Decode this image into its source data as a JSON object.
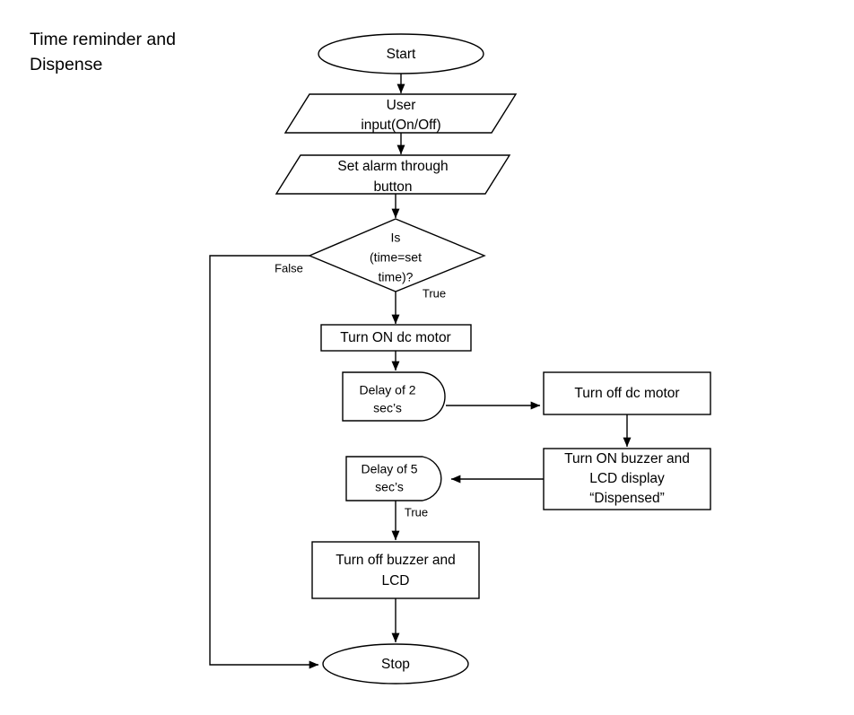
{
  "title": "Time reminder and\nDispense",
  "diagram": {
    "type": "flowchart",
    "nodes": [
      {
        "id": "start",
        "shape": "terminator",
        "lines": [
          "Start"
        ]
      },
      {
        "id": "user-input",
        "shape": "parallelogram",
        "lines": [
          "User",
          "input(On/Off)"
        ]
      },
      {
        "id": "set-alarm",
        "shape": "parallelogram",
        "lines": [
          "Set alarm through",
          "button"
        ]
      },
      {
        "id": "time-check",
        "shape": "decision",
        "lines": [
          "Is",
          "(time=set",
          "time)?"
        ]
      },
      {
        "id": "motor-on",
        "shape": "process",
        "lines": [
          "Turn ON dc motor"
        ]
      },
      {
        "id": "delay-2",
        "shape": "delay",
        "lines": [
          "Delay of 2",
          "sec’s"
        ]
      },
      {
        "id": "motor-off",
        "shape": "process",
        "lines": [
          "Turn off dc motor"
        ]
      },
      {
        "id": "buzzer-on",
        "shape": "process",
        "lines": [
          "Turn ON buzzer and",
          "LCD display",
          "“Dispensed”"
        ]
      },
      {
        "id": "delay-5",
        "shape": "delay",
        "lines": [
          "Delay of 5",
          "sec’s"
        ]
      },
      {
        "id": "buzzer-off",
        "shape": "process",
        "lines": [
          "Turn off buzzer and",
          "LCD"
        ]
      },
      {
        "id": "stop",
        "shape": "terminator",
        "lines": [
          "Stop"
        ]
      }
    ],
    "edges": [
      {
        "id": "e-start-input",
        "from": "start",
        "to": "user-input",
        "label": ""
      },
      {
        "id": "e-input-alarm",
        "from": "user-input",
        "to": "set-alarm",
        "label": ""
      },
      {
        "id": "e-alarm-check",
        "from": "set-alarm",
        "to": "time-check",
        "label": ""
      },
      {
        "id": "e-check-false",
        "from": "time-check",
        "to": "stop",
        "label": "False"
      },
      {
        "id": "e-check-true",
        "from": "time-check",
        "to": "motor-on",
        "label": "True"
      },
      {
        "id": "e-motoron-delay2",
        "from": "motor-on",
        "to": "delay-2",
        "label": ""
      },
      {
        "id": "e-delay2-motoroff",
        "from": "delay-2",
        "to": "motor-off",
        "label": ""
      },
      {
        "id": "e-motoroff-buzzeron",
        "from": "motor-off",
        "to": "buzzer-on",
        "label": ""
      },
      {
        "id": "e-buzzeron-delay5",
        "from": "buzzer-on",
        "to": "delay-5",
        "label": ""
      },
      {
        "id": "e-delay5-buzzeroff",
        "from": "delay-5",
        "to": "buzzer-off",
        "label": "True"
      },
      {
        "id": "e-buzzeroff-stop",
        "from": "buzzer-off",
        "to": "stop",
        "label": ""
      }
    ]
  },
  "labels": {
    "node_start_1": "Start",
    "node_user_input_1": "User",
    "node_user_input_2": "input(On/Off)",
    "node_set_alarm_1": "Set alarm through",
    "node_set_alarm_2": "button",
    "node_time_check_1": "Is",
    "node_time_check_2": "(time=set",
    "node_time_check_3": "time)?",
    "node_motor_on_1": "Turn ON dc motor",
    "node_delay2_1": "Delay of 2",
    "node_delay2_2": "sec’s",
    "node_motor_off_1": "Turn off dc motor",
    "node_buzzer_on_1": "Turn ON buzzer and",
    "node_buzzer_on_2": "LCD display",
    "node_buzzer_on_3": "“Dispensed”",
    "node_delay5_1": "Delay of 5",
    "node_delay5_2": "sec’s",
    "node_buzzer_off_1": "Turn off buzzer and",
    "node_buzzer_off_2": "LCD",
    "node_stop_1": "Stop",
    "edge_false": "False",
    "edge_true_check": "True",
    "edge_true_delay5": "True"
  },
  "colors": {
    "background": "#ffffff",
    "stroke": "#000000",
    "text": "#000000"
  }
}
